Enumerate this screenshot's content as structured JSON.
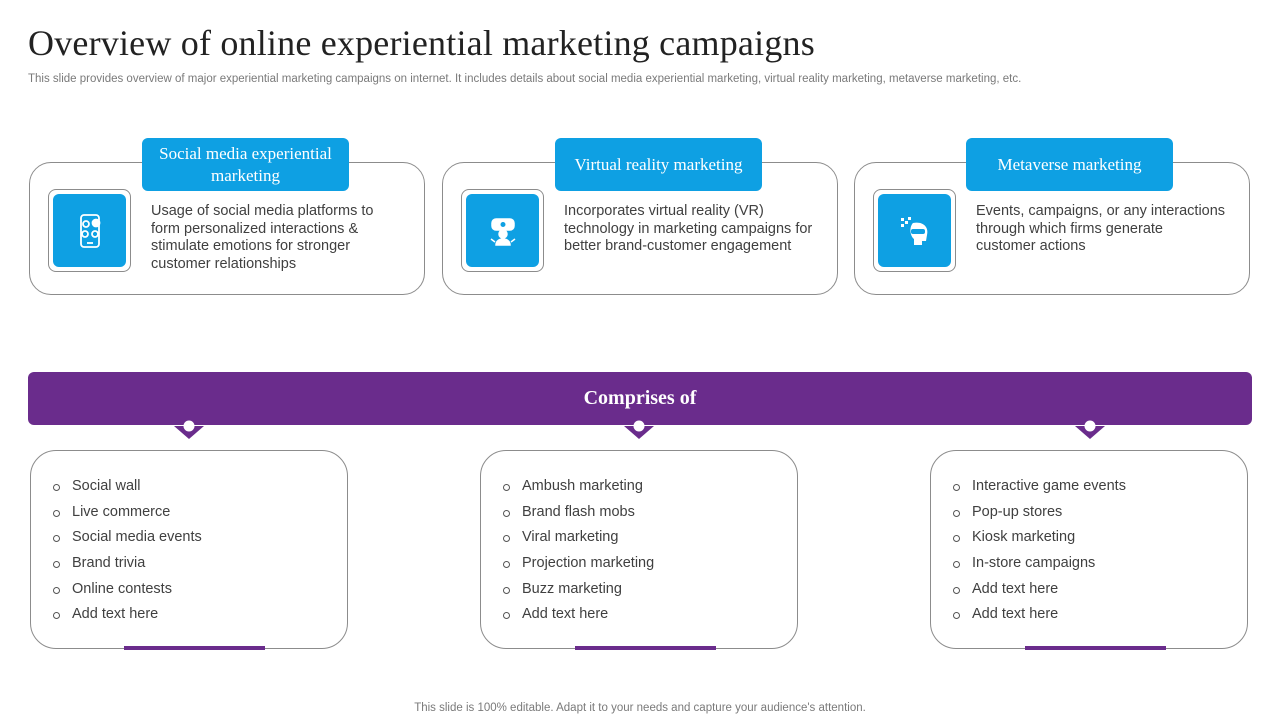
{
  "header": {
    "title": "Overview of online experiential marketing campaigns",
    "subtitle": "This slide provides overview of major experiential marketing campaigns on internet. It includes details about social media experiential marketing, virtual reality marketing, metaverse marketing, etc."
  },
  "cards": [
    {
      "tag": "Social media experiential  marketing",
      "text": "Usage of social media platforms to form personalized interactions & stimulate emotions for stronger customer relationships",
      "icon": "social-media-phone-icon"
    },
    {
      "tag": "Virtual reality  marketing",
      "text": "Incorporates virtual reality (VR) technology in marketing campaigns for better brand-customer engagement",
      "icon": "vr-headset-icon"
    },
    {
      "tag": "Metaverse marketing",
      "text": "Events, campaigns, or any interactions through which firms generate customer actions",
      "icon": "metaverse-head-icon"
    }
  ],
  "banner": {
    "label": "Comprises  of"
  },
  "lists": [
    {
      "items": [
        "Social wall",
        "Live commerce",
        "Social media events",
        "Brand trivia",
        "Online contests",
        "Add text here"
      ]
    },
    {
      "items": [
        "Ambush marketing",
        "Brand flash mobs",
        "Viral marketing",
        "Projection marketing",
        "Buzz marketing",
        "Add text here"
      ]
    },
    {
      "items": [
        "Interactive game events",
        "Pop-up stores",
        "Kiosk marketing",
        "In-store campaigns",
        "Add text here",
        "Add text here"
      ]
    }
  ],
  "footer": {
    "text": "This slide is 100% editable. Adapt it to your needs and capture your audience's attention."
  },
  "colors": {
    "accent_blue": "#0ea0e3",
    "accent_purple": "#6a2c8c"
  }
}
